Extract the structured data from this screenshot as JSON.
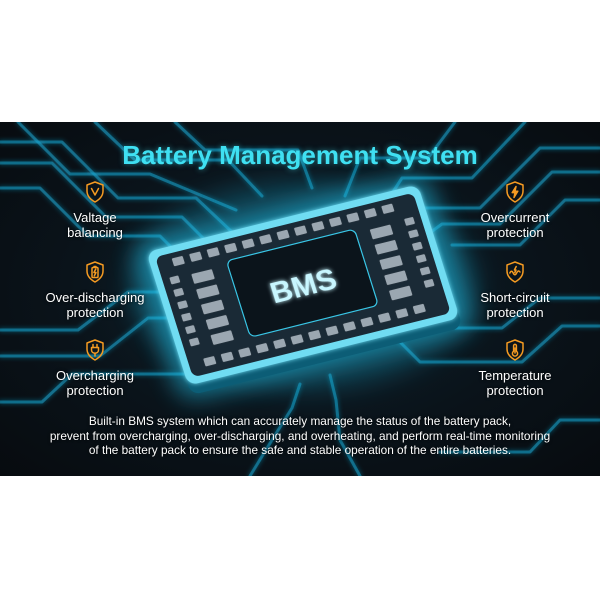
{
  "title": "Battery Management System",
  "chip_label": "BMS",
  "features_left": [
    {
      "icon": "voltage-balancing-icon",
      "line1": "Valtage",
      "line2": "balancing"
    },
    {
      "icon": "battery-discharge-icon",
      "line1": "Over-discharging",
      "line2": "protection"
    },
    {
      "icon": "plug-charging-icon",
      "line1": "Overcharging",
      "line2": "protection"
    }
  ],
  "features_right": [
    {
      "icon": "overcurrent-bolt-icon",
      "line1": "Overcurrent",
      "line2": "protection"
    },
    {
      "icon": "short-circuit-icon",
      "line1": "Short-circuit",
      "line2": "protection"
    },
    {
      "icon": "thermometer-icon",
      "line1": "Temperature",
      "line2": "protection"
    }
  ],
  "description": [
    "Built-in BMS system which can accurately manage the status of the battery pack,",
    "prevent from overcharging, over-discharging, and overheating, and perform real-time monitoring",
    "of the battery pack to ensure the safe and stable operation of the entire batteries."
  ],
  "colors": {
    "title": "#3fe0f2",
    "icon": "#f59b22",
    "trace": "#15a7d3",
    "background": "#0a131a"
  }
}
